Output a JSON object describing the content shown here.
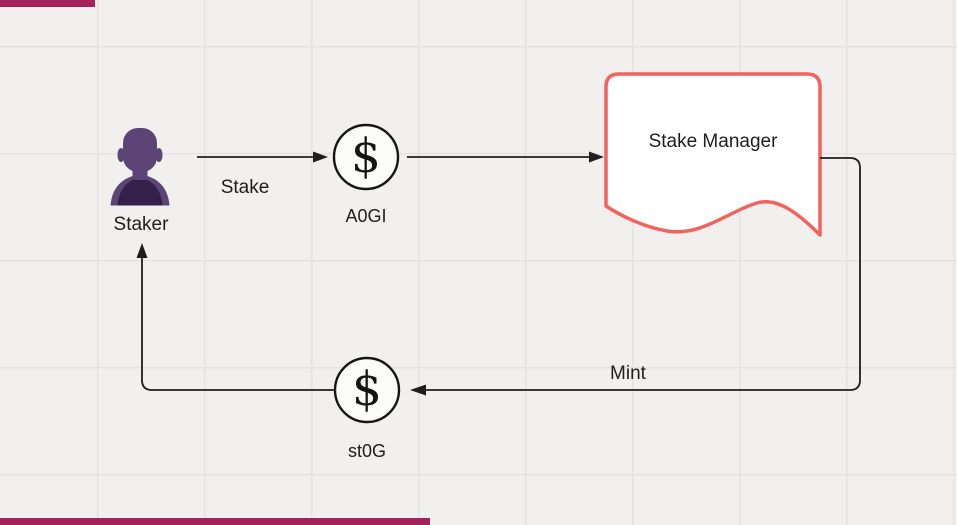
{
  "canvas": {
    "background_color": "#f1f0ef",
    "grid_line_color": "#e4e3e2",
    "accent_bar_color": "#a3235a"
  },
  "diagram": {
    "nodes": {
      "staker": {
        "type": "person",
        "label": "Staker"
      },
      "a0gi": {
        "type": "coin",
        "symbol": "$",
        "label": "A0GI"
      },
      "stake_manager": {
        "type": "document",
        "label": "Stake Manager"
      },
      "st0g": {
        "type": "coin",
        "symbol": "$",
        "label": "st0G"
      }
    },
    "edges": {
      "stake": {
        "from": "staker",
        "to": "a0gi",
        "label": "Stake"
      },
      "deposit": {
        "from": "a0gi",
        "to": "stake_manager",
        "label": ""
      },
      "mint": {
        "from": "stake_manager",
        "to": "st0g",
        "label": "Mint"
      },
      "receive": {
        "from": "st0g",
        "to": "staker",
        "label": ""
      }
    },
    "colors": {
      "line": "#1e1e1e",
      "document_border": "#f4625d",
      "document_fill": "#ffffff",
      "coin_fill": "#fbfbfa",
      "person_primary": "#5d4476",
      "person_secondary": "#34214a",
      "text": "#1e1e1e"
    }
  }
}
